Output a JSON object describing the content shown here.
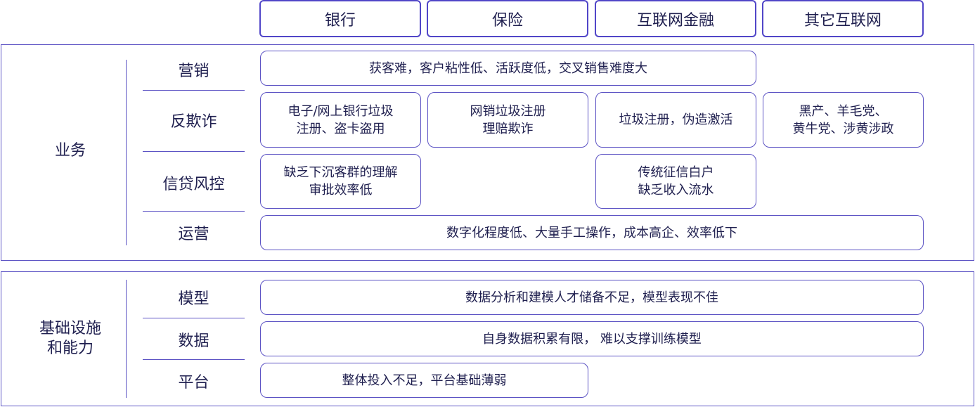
{
  "columns": [
    "银行",
    "保险",
    "互联网金融",
    "其它互联网"
  ],
  "business": {
    "label": "业务",
    "rows": {
      "marketing": "营销",
      "antifraud": "反欺诈",
      "credit": "信贷风控",
      "operations": "运营"
    },
    "cells": {
      "marketing_all": "获客难，客户粘性低、活跃度低，交叉销售难度大",
      "antifraud_bank": [
        "电子/网上银行垃圾",
        "注册、盗卡盗用"
      ],
      "antifraud_insurance": [
        "网销垃圾注册",
        "理赔欺诈"
      ],
      "antifraud_fintech": "垃圾注册，伪造激活",
      "antifraud_other": [
        "黑产、羊毛党、",
        "黄牛党、涉黄涉政"
      ],
      "credit_bank": [
        "缺乏下沉客群的理解",
        "审批效率低"
      ],
      "credit_fintech": [
        "传统征信白户",
        "缺乏收入流水"
      ],
      "operations_all": "数字化程度低、大量手工操作，成本高企、效率低下"
    }
  },
  "infrastructure": {
    "label": [
      "基础设施",
      "和能力"
    ],
    "rows": {
      "model": "模型",
      "data": "数据",
      "platform": "平台"
    },
    "cells": {
      "model_all": "数据分析和建模人才储备不足，模型表现不佳",
      "data_all": "自身数据积累有限， 难以支撑训练模型",
      "platform_partial": "整体投入不足，平台基础薄弱"
    }
  }
}
